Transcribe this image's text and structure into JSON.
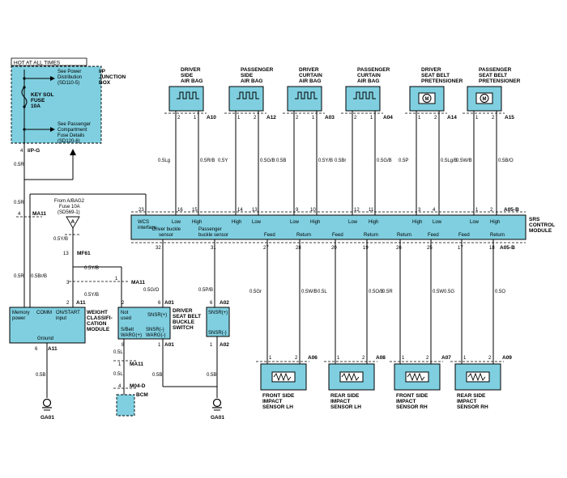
{
  "hot_label": "HOT AT ALL TIMES",
  "ip_box": {
    "title_lines": [
      "I/P",
      "JUNCTION",
      "BOX"
    ],
    "ref1_lines": [
      "See Power",
      "Distribution",
      "(SD110-5)"
    ],
    "fuse_lines": [
      "KEY SOL",
      "FUSE",
      "10A"
    ],
    "ref2_lines": [
      "See Passenger",
      "Compartment",
      "Fuse Details",
      "(SD120-6)"
    ],
    "pin": "4",
    "connector": "I/P-G"
  },
  "colors": {
    "module_fill": "#7fcfe0",
    "wire": "#000000"
  },
  "airbags": [
    {
      "title_lines": [
        "DRIVER",
        "SIDE",
        "AIR BAG"
      ],
      "pin_left": "2",
      "pin_right": "1",
      "conn": "A10",
      "wire_left": "0.5Lg",
      "wire_right": "0.5R/B",
      "srs_pin_left": "16",
      "srs_pin_right": "15",
      "srs_label_left": "Low",
      "srs_label_right": "High",
      "icon": "coil"
    },
    {
      "title_lines": [
        "PASSENGER",
        "SIDE",
        "AIR BAG"
      ],
      "pin_left": "1",
      "pin_right": "2",
      "conn": "A12",
      "wire_left": "0.5Y",
      "wire_right": "0.5G/B",
      "srs_pin_left": "14",
      "srs_pin_right": "13",
      "srs_label_left": "High",
      "srs_label_right": "Low",
      "icon": "coil"
    },
    {
      "title_lines": [
        "DRIVER",
        "CURTAIN",
        "AIR BAG"
      ],
      "pin_left": "2",
      "pin_right": "1",
      "conn": "A03",
      "wire_left": "0.5B",
      "wire_right": "0.5Y/B",
      "srs_pin_left": "9",
      "srs_pin_right": "10",
      "srs_label_left": "Low",
      "srs_label_right": "High",
      "icon": "coil"
    },
    {
      "title_lines": [
        "PASSENGER",
        "CURTAIN",
        "AIR BAG"
      ],
      "pin_left": "2",
      "pin_right": "1",
      "conn": "A04",
      "wire_left": "0.5Br",
      "wire_right": "0.5G/B",
      "srs_pin_left": "12",
      "srs_pin_right": "11",
      "srs_label_left": "Low",
      "srs_label_right": "High",
      "icon": "coil"
    },
    {
      "title_lines": [
        "DRIVER",
        "SEAT BELT",
        "PRETENSIONER"
      ],
      "pin_left": "1",
      "pin_right": "2",
      "conn": "A14",
      "wire_left": "0.5P",
      "wire_right": "0.5Lg/B",
      "srs_pin_left": "3",
      "srs_pin_right": "4",
      "srs_label_left": "High",
      "srs_label_right": "Low",
      "icon": "motor"
    },
    {
      "title_lines": [
        "PASSENGER",
        "SEAT BELT",
        "PRETENSIONER"
      ],
      "pin_left": "1",
      "pin_right": "2",
      "conn": "A15",
      "wire_left": "0.5W/B",
      "wire_right": "0.5B/O",
      "srs_pin_left": "1",
      "srs_pin_right": "2",
      "srs_label_left": "Low",
      "srs_label_right": "High",
      "icon": "motor"
    }
  ],
  "srs": {
    "title_lines": [
      "SRS",
      "CONTROL",
      "MODULE"
    ],
    "top_conn": "A05-B",
    "bottom_conn": "A05-B",
    "wcs_pin": "23",
    "wcs_label_lines": [
      "WCS",
      "interface"
    ],
    "bottom_labels": [
      {
        "lines": [
          "Driver buckle",
          "sensor"
        ],
        "pin": "32"
      },
      {
        "lines": [
          "Passenger",
          "buckle sensor"
        ],
        "pin": "31"
      }
    ],
    "sensor_pins": [
      {
        "label": "Feed",
        "pin": "27"
      },
      {
        "label": "Return",
        "pin": "28"
      },
      {
        "label": "Feed",
        "pin": "20"
      },
      {
        "label": "Return",
        "pin": "19"
      },
      {
        "label": "Return",
        "pin": "26"
      },
      {
        "label": "Feed",
        "pin": "25"
      },
      {
        "label": "Feed",
        "pin": "17"
      },
      {
        "label": "Return",
        "pin": "18"
      }
    ]
  },
  "sensors": [
    {
      "title_lines": [
        "FRONT SIDE",
        "IMPACT",
        "SENSOR LH"
      ],
      "pin_left": "1",
      "pin_right": "2",
      "conn": "A06",
      "wire_left": "0.5Gr",
      "wire_right": "0.5W/B"
    },
    {
      "title_lines": [
        "REAR SIDE",
        "IMPACT",
        "SENSOR LH"
      ],
      "pin_left": "1",
      "pin_right": "2",
      "conn": "A08",
      "wire_left": "0.5L",
      "wire_right": "0.5O/B"
    },
    {
      "title_lines": [
        "FRONT SIDE",
        "IMPACT",
        "SENSOR RH"
      ],
      "pin_left": "1",
      "pin_right": "2",
      "conn": "A07",
      "wire_left": "0.5R",
      "wire_right": "0.5W"
    },
    {
      "title_lines": [
        "REAR SIDE",
        "IMPACT",
        "SENSOR RH"
      ],
      "pin_left": "1",
      "pin_right": "2",
      "conn": "A09",
      "wire_left": "0.5G",
      "wire_right": "0.5O"
    }
  ],
  "left_wiring": {
    "wire_0_5R_top": "0.5R",
    "wire_0_5R_mid": "0.5R",
    "wire_0_5R_low": "0.5R",
    "wire_0_5BrB": "0.5Br/B",
    "ma11_pin_left": "4",
    "ma11_label": "MA11",
    "from_lines": [
      "From A/BAG2",
      "Fuse 10A",
      "(SD569-1)"
    ],
    "ref_letter": "A",
    "wire_0_5YB_a": "0.5Y/B",
    "wire_0_5YB_b": "0.5Y/B",
    "wire_0_5YB_c": "0.5Y/B",
    "mf61_pin": "13",
    "mf61_label": "MF61",
    "ma11_pin_mid": "3",
    "ma11_label_mid": "MA11",
    "wcs_pins_left": [
      "2",
      "1"
    ],
    "wire_0_5GO": "0.5G/O",
    "wire_0_5PB": "0.5P/B"
  },
  "wcm": {
    "title_lines": [
      "WEIGHT",
      "CLASSIFI-",
      "CATION",
      "MODULE"
    ],
    "memory_lines": [
      "Memory",
      "power"
    ],
    "comm_label": "COMM",
    "onstart_lines": [
      "ON/START",
      "input"
    ],
    "ground_label": "Ground",
    "conn_top": "A11",
    "pin_top_1": "2",
    "pin_top_2": "3",
    "pin_bottom": "6",
    "conn_bottom": "A11",
    "wire_bottom": "0.5B",
    "ground_name": "GA01"
  },
  "buckle": {
    "title_lines": [
      "DRIVER",
      "SEAT BELT",
      "BUCKLE",
      "SWITCH"
    ],
    "not_used_lines": [
      "Not",
      "used"
    ],
    "snsr_plus": "SNSR(+)",
    "sbelt_lines": [
      "S/Belt",
      "WARG(+)"
    ],
    "snsr_minus_lines": [
      "SNSR(-)",
      "WARG(-)"
    ],
    "conn_top": "A01",
    "pin_top_left": "2",
    "pin_top_right": "6",
    "conn_bottom": "A01",
    "pin_bottom_left": "8",
    "pin_bottom_right": "1",
    "wire_left": "0.5L",
    "ma11_pin": "1",
    "ma11_label": "MA11",
    "wire_left2": "0.5L",
    "m04_pin": "4",
    "m04_label": "M04-D",
    "bcm_label": "BCM",
    "wire_right": "0.5B"
  },
  "passenger_buckle": {
    "snsr_plus": "SNSR(+)",
    "snsr_minus": "SNSR(-)",
    "conn_top": "A02",
    "pin_top": "6",
    "conn_bottom": "A02",
    "pin_bottom": "1",
    "wire": "0.5B",
    "ground_name": "GA01"
  }
}
